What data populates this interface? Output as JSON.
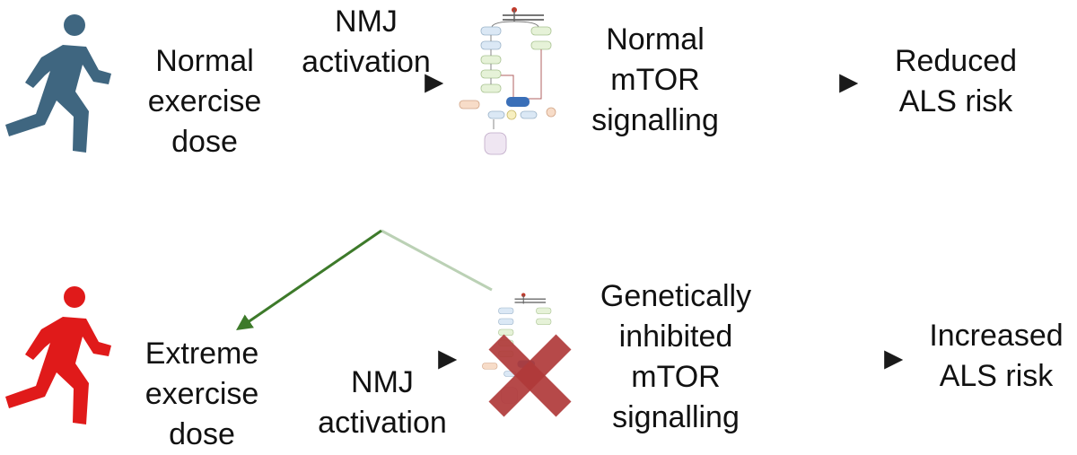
{
  "colors": {
    "normal_runner": "#3f6680",
    "extreme_runner": "#e01a1a",
    "arrow": "#222222",
    "feedback_arrow": "#3d7a2a",
    "cross": "#b03a3a",
    "node_blue": "#dbe8f5",
    "node_green": "#e6f2d8",
    "node_dark_blue": "#3a6fb8",
    "node_orange": "#f7dcc8",
    "node_yellow": "#f7efc0",
    "node_purple": "#efe6f2"
  },
  "icons": {
    "normal_runner": "running-person-icon",
    "extreme_runner": "running-person-icon",
    "pathway": "signalling-pathway-icon",
    "cross": "cross-icon"
  },
  "top_row": {
    "dose": [
      "Normal",
      "exercise",
      "dose"
    ],
    "activation": [
      "NMJ",
      "activation"
    ],
    "signalling": [
      "Normal",
      "mTOR",
      "signalling"
    ],
    "outcome": [
      "Reduced",
      "ALS risk"
    ]
  },
  "bottom_row": {
    "dose": [
      "Extreme",
      "exercise",
      "dose"
    ],
    "activation": [
      "NMJ",
      "activation"
    ],
    "signalling": [
      "Genetically",
      "inhibited",
      "mTOR",
      "signalling"
    ],
    "outcome": [
      "Increased",
      "ALS risk"
    ]
  }
}
